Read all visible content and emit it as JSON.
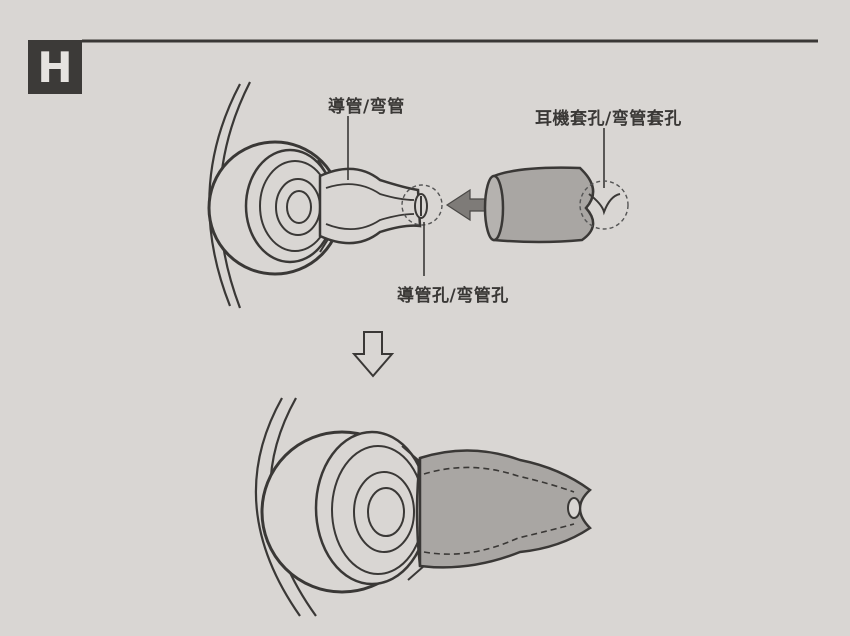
{
  "section": {
    "letter": "H"
  },
  "labels": {
    "tube": "導管/弯管",
    "sleeve_hole": "耳機套孔/弯管套孔",
    "tube_hole": "導管孔/弯管孔"
  },
  "colors": {
    "background": "#d9d6d3",
    "line": "#3a3836",
    "fill_gray": "#a9a6a3",
    "arrow_gray": "#7e7b78"
  }
}
